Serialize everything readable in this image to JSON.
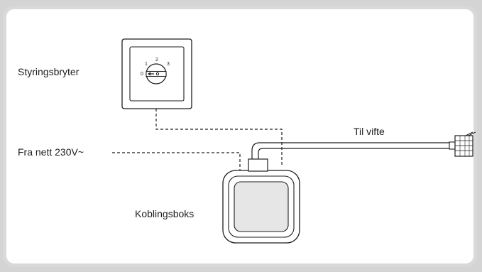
{
  "labels": {
    "switch": "Styringsbryter",
    "mains": "Fra nett 230V~",
    "fan": "Til vifte",
    "junction_box": "Koblingsboks"
  },
  "dial": {
    "positions": [
      "0",
      "1",
      "2",
      "3"
    ]
  },
  "colors": {
    "line": "#1e1e1e",
    "panel_border": "#d9d9d9",
    "box_fill": "#e6e6e6",
    "background": "#d4d4d4"
  }
}
